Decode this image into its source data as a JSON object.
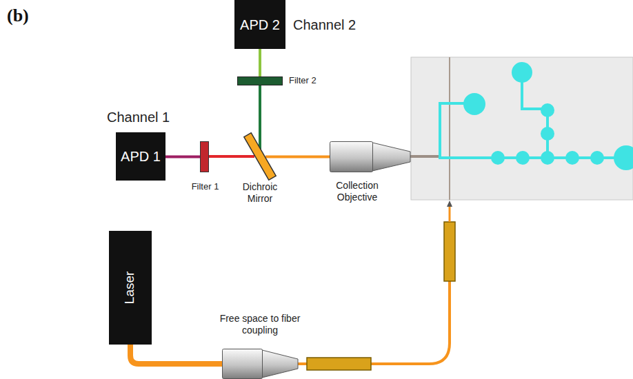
{
  "diagram": {
    "nodes": [
      {
        "text": [
          "APD 2",
          "Channel 2"
        ]
      },
      {
        "text": [
          "Filter 2"
        ]
      },
      {
        "text": [
          "Channel 1",
          "APD 1"
        ]
      },
      {
        "text": [
          "Filter 1"
        ]
      },
      {
        "text": [
          "Dichroic Mirror"
        ]
      },
      {
        "text": [
          "Collection Objective"
        ]
      },
      {
        "text": [
          "Laser"
        ]
      },
      {
        "text": [
          "Free space to fiber coupling"
        ]
      }
    ],
    "edges": [
      {
        "from": 5,
        "to": 4,
        "arrow": "none"
      },
      {
        "from": 4,
        "to": 3,
        "arrow": "none"
      },
      {
        "from": 3,
        "to": 2,
        "arrow": "none"
      },
      {
        "from": 4,
        "to": 1,
        "arrow": "none"
      },
      {
        "from": 1,
        "to": 0,
        "arrow": "none"
      },
      {
        "from": 6,
        "to": 7,
        "arrow": "none"
      }
    ],
    "labels": [
      "(b)"
    ]
  }
}
